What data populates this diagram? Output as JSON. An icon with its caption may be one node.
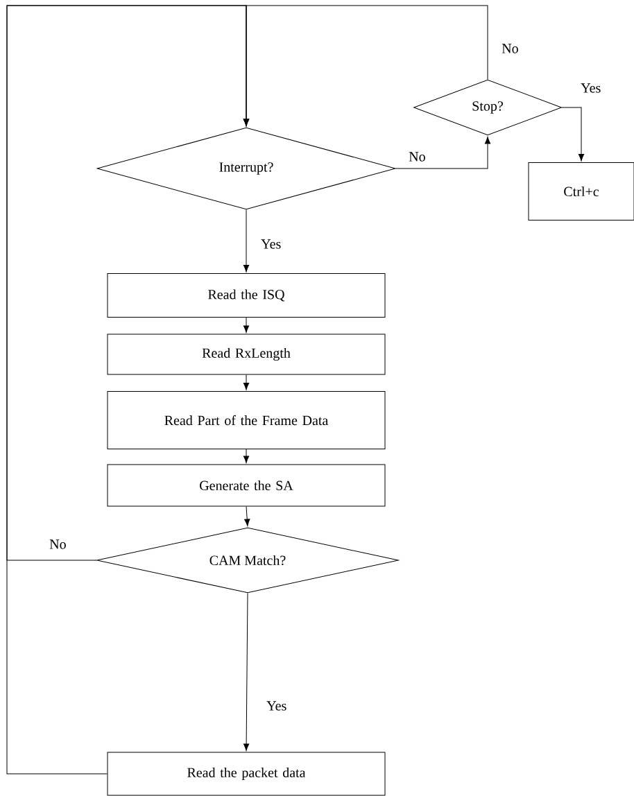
{
  "diagram": {
    "nodes": [
      {
        "text": [
          "Stop?"
        ]
      },
      {
        "text": [
          "Interrupt?"
        ]
      },
      {
        "text": [
          "Ctrl+c"
        ]
      },
      {
        "text": [
          "Read the ISQ"
        ]
      },
      {
        "text": [
          "Read RxLength"
        ]
      },
      {
        "text": [
          "Read Part of the Frame Data"
        ]
      },
      {
        "text": [
          "Generate the SA"
        ]
      },
      {
        "text": [
          "CAM Match?"
        ]
      },
      {
        "text": [
          "Read the packet data"
        ]
      }
    ],
    "edges": [
      {
        "from": 1,
        "to": 3,
        "arrow": "to",
        "label": "Yes"
      },
      {
        "from": 3,
        "to": 4,
        "arrow": "to"
      },
      {
        "from": 4,
        "to": 5,
        "arrow": "to"
      },
      {
        "from": 5,
        "to": 6,
        "arrow": "to"
      },
      {
        "from": 6,
        "to": 7,
        "arrow": "to"
      },
      {
        "from": 7,
        "to": 8,
        "arrow": "to",
        "label": "Yes"
      },
      {
        "from": 7,
        "to": 1,
        "arrow": "to",
        "label": "No"
      },
      {
        "from": 8,
        "to": 1,
        "arrow": "to"
      },
      {
        "from": 1,
        "to": 0,
        "arrow": "to",
        "label": "No"
      },
      {
        "from": 0,
        "to": 2,
        "arrow": "to",
        "label": "Yes"
      },
      {
        "from": 0,
        "to": 1,
        "arrow": "to",
        "label": "No"
      }
    ]
  }
}
